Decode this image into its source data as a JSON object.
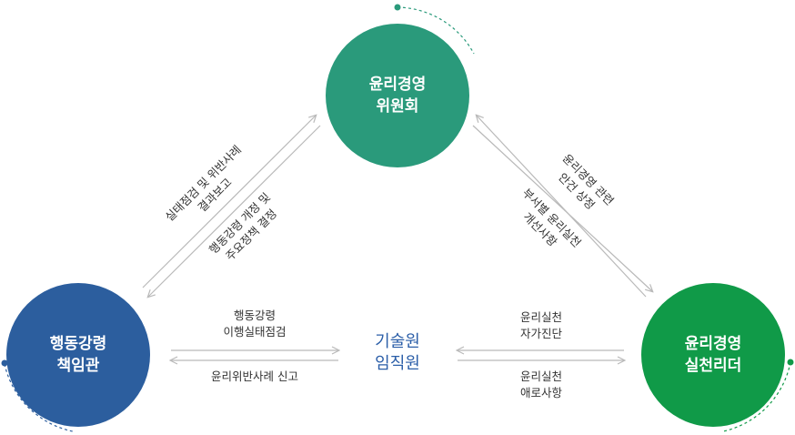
{
  "nodes": {
    "top": {
      "line1": "윤리경영",
      "line2": "위원회",
      "color": "#2a9a7b"
    },
    "left": {
      "line1": "행동강령",
      "line2": "책임관",
      "color": "#2c5e9e"
    },
    "right": {
      "line1": "윤리경영",
      "line2": "실천리더",
      "color": "#109a48"
    }
  },
  "center": {
    "line1": "기술원",
    "line2": "임직원",
    "color": "#2b5ea8"
  },
  "edges": {
    "left_top": {
      "outer_line1": "실태점검 및 위반사례",
      "outer_line2": "결과보고",
      "inner_line1": "행동강령 개정 및",
      "inner_line2": "주요정책 결정"
    },
    "right_top": {
      "outer_line1": "윤리경영 관련",
      "outer_line2": "안건 상정",
      "inner_line1": "부서별 윤리실천",
      "inner_line2": "개선사항"
    },
    "left_center": {
      "top_line1": "행동강령",
      "top_line2": "이행실태점검",
      "bottom": "윤리위반사례 신고"
    },
    "right_center": {
      "top_line1": "윤리실천",
      "top_line2": "자가진단",
      "bottom_line1": "윤리실천",
      "bottom_line2": "애로사항"
    }
  },
  "colors": {
    "arrow": "#b9b9b9",
    "accent_top": "#2a9a7b",
    "accent_left": "#2c5e9e",
    "accent_right": "#109a48"
  }
}
